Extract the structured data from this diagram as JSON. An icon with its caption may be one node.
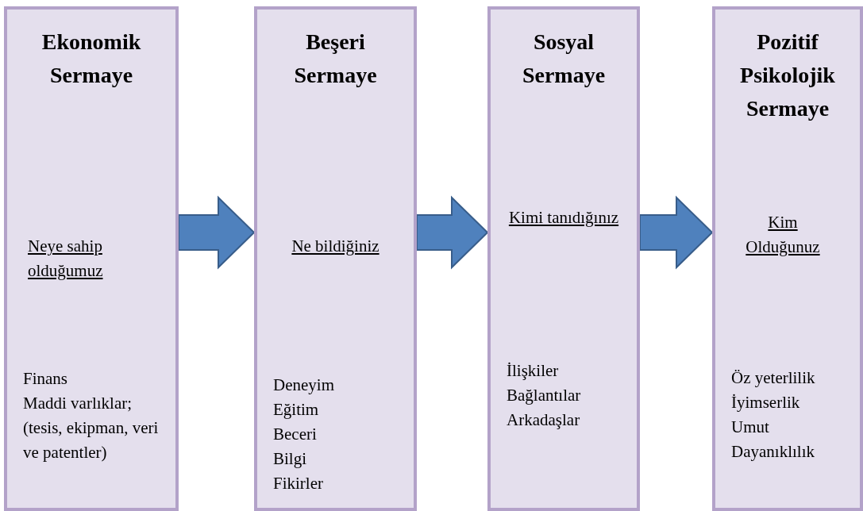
{
  "diagram": {
    "nodes": [
      {
        "text": [
          "Ekonomik Sermaye",
          "Neye sahip olduğumuz",
          "Finans",
          "Maddi varlıklar; (tesis, ekipman, veri ve patentler)"
        ]
      },
      {
        "text": [
          "Beşeri Sermaye",
          "Ne bildiğiniz",
          "Deneyim",
          "Eğitim",
          "Beceri",
          "Bilgi",
          "Fikirler"
        ]
      },
      {
        "text": [
          "Sosyal Sermaye",
          "Kimi tanıdığınız",
          "İlişkiler",
          "Bağlantılar",
          "Arkadaşlar"
        ]
      },
      {
        "text": [
          "Pozitif Psikolojik Sermaye",
          "Kim Olduğunuz",
          "Öz yeterlilik",
          "İyimserlik",
          "Umut",
          "Dayanıklılık"
        ]
      }
    ],
    "edges": [
      {
        "from": 0,
        "to": 1,
        "arrow": "to"
      },
      {
        "from": 1,
        "to": 2,
        "arrow": "to"
      },
      {
        "from": 2,
        "to": 3,
        "arrow": "to"
      }
    ]
  }
}
